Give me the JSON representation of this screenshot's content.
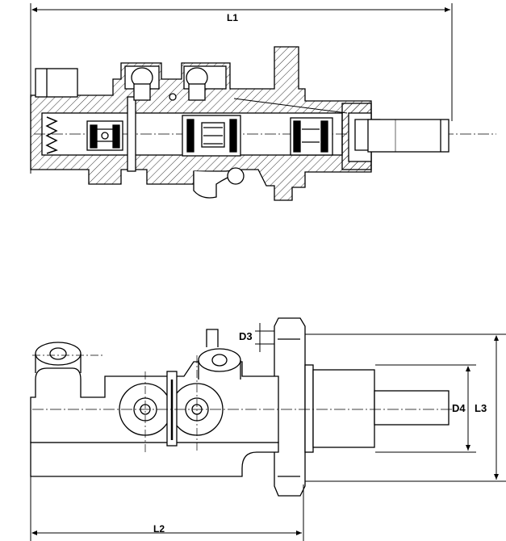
{
  "drawing": {
    "labels": {
      "L1": "L1",
      "L2": "L2",
      "L3": "L3",
      "D3": "D3",
      "D4": "D4"
    },
    "colors": {
      "line": "#000000",
      "hatch": "#1a1a1a",
      "background": "#ffffff"
    }
  }
}
